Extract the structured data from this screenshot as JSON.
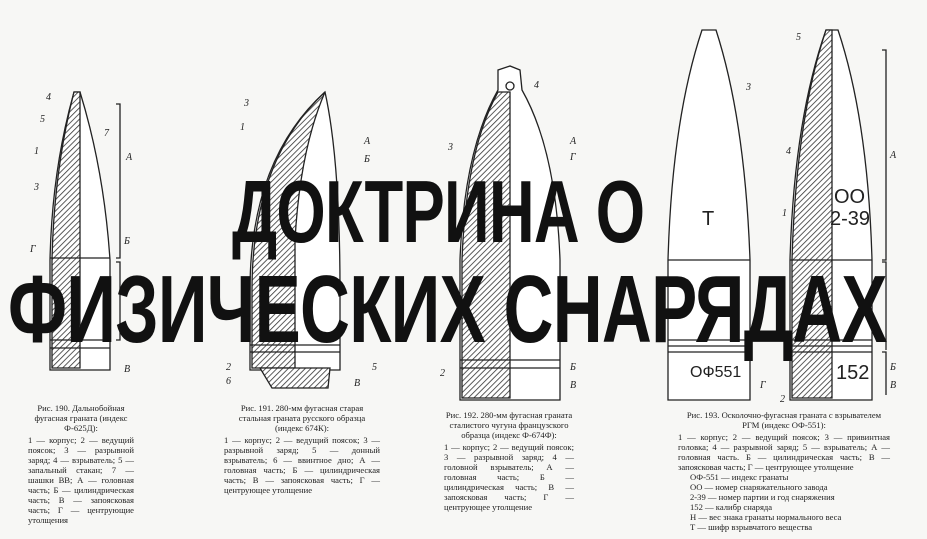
{
  "title": {
    "line1": "ДОКТРИНА О",
    "line2": "ФИЗИЧЕСКИХ СНАРЯДАХ"
  },
  "figures": [
    {
      "heading": "Рис. 190. Дальнобойная фугасная граната (индекс Ф-625Д):",
      "legend": "1 — корпус; 2 — ведущий поясок; 3 — разрывной заряд; 4 — взрыватель; 5 — запальный стакан; 7 — шашки ВВ; А — головная часть; Б — цилиндрическая часть; В — запоясковая часть; Г — центрующие утолщения",
      "labels": [
        "4",
        "5",
        "7",
        "1",
        "3",
        "А",
        "Г",
        "Б",
        "В"
      ]
    },
    {
      "heading": "Рис. 191. 280-мм фугасная старая стальная граната русского образца (индекс 674К):",
      "legend": "1 — корпус; 2 — ведущий поясок; 3 — разрывной заряд; 5 — донный взрыватель; 6 — ввинтное дно; А — головная часть; Б — цилиндрическая часть; В — запоясковая часть; Г — центрующее утолщение",
      "labels": [
        "3",
        "1",
        "А",
        "Б",
        "5",
        "6",
        "2",
        "В"
      ]
    },
    {
      "heading": "Рис. 192. 280-мм фугасная граната сталистого чугуна французского образца (индекс Ф-674Ф):",
      "legend": "1 — корпус; 2 — ведущий поясок; 3 — разрывной заряд; 4 — головной взрыватель; А — головная часть; Б — цилиндрическая часть; В — запоясковая часть; Г — центрующее утолщение",
      "labels": [
        "4",
        "3",
        "А",
        "Г",
        "Б",
        "2",
        "В"
      ]
    },
    {
      "heading": "Рис. 193. Осколочно-фугасная граната с взрывателем РГМ (индекс ОФ-551):",
      "legend": "1 — корпус; 2 — ведущий поясок; 3 — привинтная головка; 4 — разрывной заряд; 5 — взрыватель; А — головная часть. Б — цилиндрическая часть; В — запоясковая часть; Г — центрующее утолщение",
      "markings": [
        "ОФ-551 — индекс гранаты",
        "ОО — номер снаряжательного завода",
        "2-39 — номер партии и год снаряжения",
        "152 — калибр снаряда",
        "Н — вес знака гранаты нормального веса",
        "Т — шифр взрывчатого вещества"
      ],
      "labels": [
        "5",
        "3",
        "4",
        "1",
        "Г",
        "2",
        "А",
        "Б",
        "В"
      ],
      "shell_marks": [
        "Т",
        "ОО",
        "2-39",
        "152",
        "ОФ551"
      ]
    }
  ]
}
